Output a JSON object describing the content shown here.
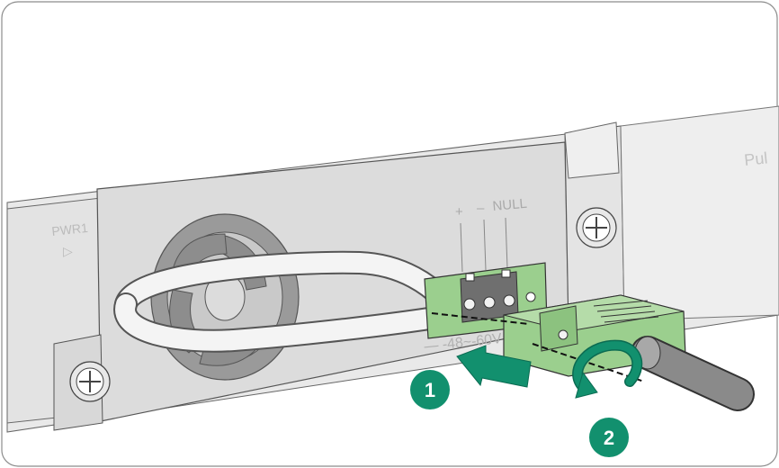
{
  "panel": {
    "slot_label": "PWR1",
    "slot_arrow": "▷",
    "adjacent_text": "Pul"
  },
  "connector": {
    "terminals": [
      "+",
      "–",
      "NULL"
    ],
    "voltage_label": "— -48~-60V"
  },
  "steps": [
    "1",
    "2"
  ],
  "colors": {
    "connector_green": "#9bcf8e",
    "step_green": "#12906e",
    "panel_gray": "#dedede",
    "cable_gray": "#8a8a8a",
    "outline": "#555555"
  }
}
